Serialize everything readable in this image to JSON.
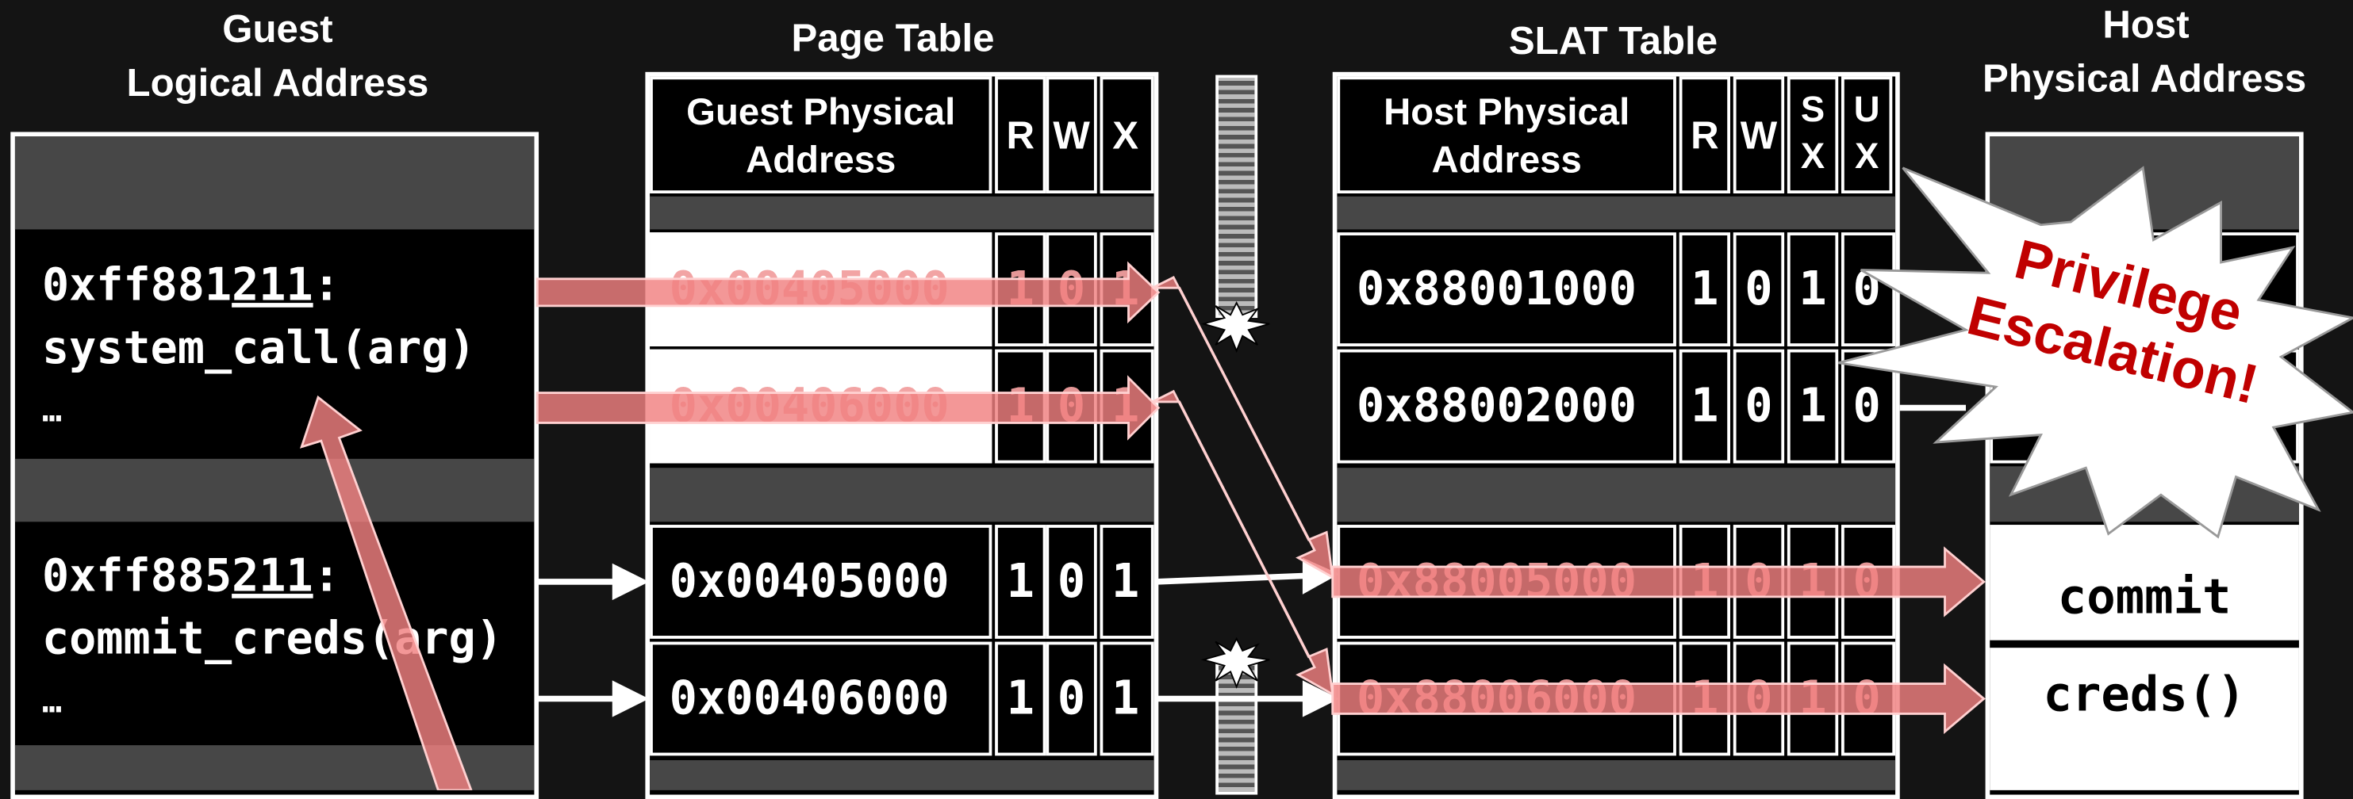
{
  "titles": {
    "guest_line1": "Guest",
    "guest_line2": "Logical Address",
    "page_table": "Page Table",
    "slat_table": "SLAT Table",
    "host_line1": "Host",
    "host_line2": "Physical Address"
  },
  "page_table": {
    "header_line1": "Guest Physical",
    "header_line2": "Address",
    "cols": [
      "R",
      "W",
      "X"
    ],
    "rows": [
      {
        "address": "0x00405000",
        "bits": [
          "1",
          "0",
          "1"
        ],
        "highlighted": true
      },
      {
        "address": "0x00406000",
        "bits": [
          "1",
          "0",
          "1"
        ],
        "highlighted": true
      },
      {
        "address": "0x00405000",
        "bits": [
          "1",
          "0",
          "1"
        ],
        "highlighted": false
      },
      {
        "address": "0x00406000",
        "bits": [
          "1",
          "0",
          "1"
        ],
        "highlighted": false
      }
    ]
  },
  "slat_table": {
    "header_line1": "Host Physical",
    "header_line2": "Address",
    "cols": [
      "R",
      "W",
      "S\nX",
      "U\nX"
    ],
    "rows": [
      {
        "address": "0x88001000",
        "bits": [
          "1",
          "0",
          "1",
          "0"
        ],
        "highlighted": false
      },
      {
        "address": "0x88002000",
        "bits": [
          "1",
          "0",
          "1",
          "0"
        ],
        "highlighted": false
      },
      {
        "address": "0x88005000",
        "bits": [
          "1",
          "0",
          "1",
          "0"
        ],
        "highlighted": true
      },
      {
        "address": "0x88006000",
        "bits": [
          "1",
          "0",
          "1",
          "0"
        ],
        "highlighted": true
      }
    ]
  },
  "guest": {
    "block1": {
      "addr_prefix": "0xff881",
      "addr_underlined": "211",
      "addr_suffix": ":",
      "call": "system_call(arg)",
      "ellipsis": "…"
    },
    "block2": {
      "addr_prefix": "0xff885",
      "addr_underlined": "211",
      "addr_suffix": ":",
      "call": "commit_creds(arg)",
      "ellipsis": "…"
    }
  },
  "host": {
    "label1": "commit",
    "label2": "creds()"
  },
  "burst": {
    "line1": "Privilege",
    "line2": "Escalation!"
  },
  "colors": {
    "background": "#141414",
    "panel_gray": "#474747",
    "highlight_arrow": "#f08080",
    "burst_text": "#c00000"
  }
}
